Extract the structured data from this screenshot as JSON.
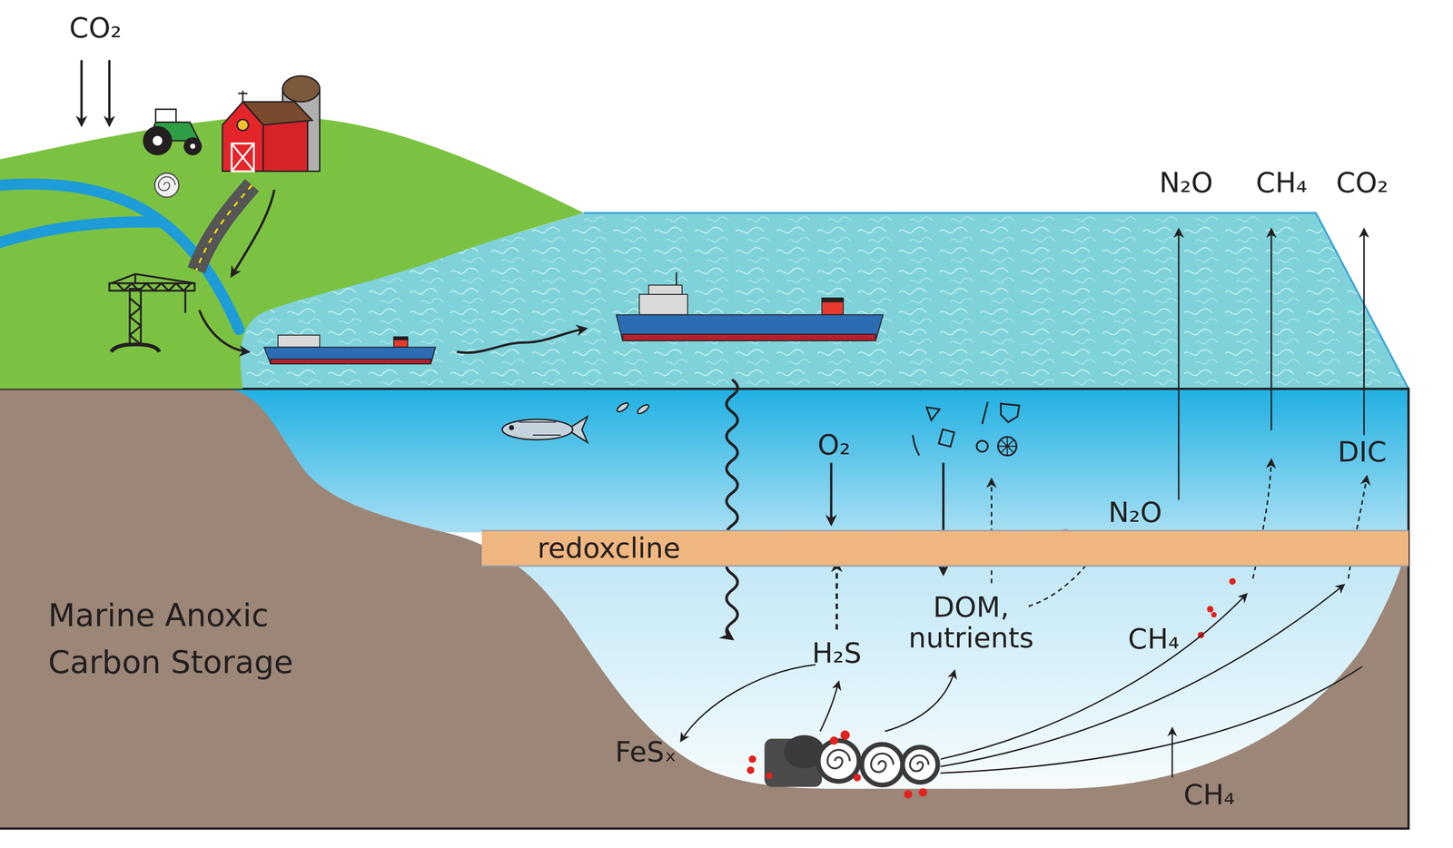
{
  "diagram": {
    "nodes": [
      {
        "text": [
          "redoxcline"
        ]
      }
    ],
    "labels": [
      "CO₂",
      "N₂O",
      "CH₄",
      "CO₂",
      "O₂",
      "DIC",
      "N₂O",
      "DOM, nutrients",
      "CH₄",
      "H₂S",
      "FeSₓ",
      "CH₄",
      "Marine Anoxic Carbon Storage"
    ]
  }
}
